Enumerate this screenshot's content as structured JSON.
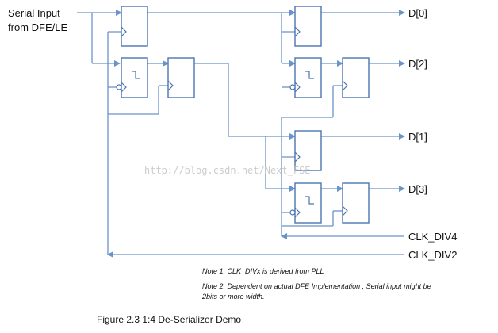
{
  "input_label": {
    "line1": "Serial Input",
    "line2": "from DFE/LE"
  },
  "outputs": [
    "D[0]",
    "D[2]",
    "D[1]",
    "D[3]"
  ],
  "clocks": [
    "CLK_DIV4",
    "CLK_DIV2"
  ],
  "watermark": "http://blog.csdn.net/Next_FSE",
  "notes": [
    "Note 1: CLK_DIVx is derived from PLL",
    "Note 2: Dependent on actual DFE Implementation , Serial input might be",
    "2bits or more width."
  ],
  "caption": "Figure 2.3 1:4 De-Serializer Demo",
  "colors": {
    "wire": "#6a93c9",
    "box": "#4a74b0"
  }
}
